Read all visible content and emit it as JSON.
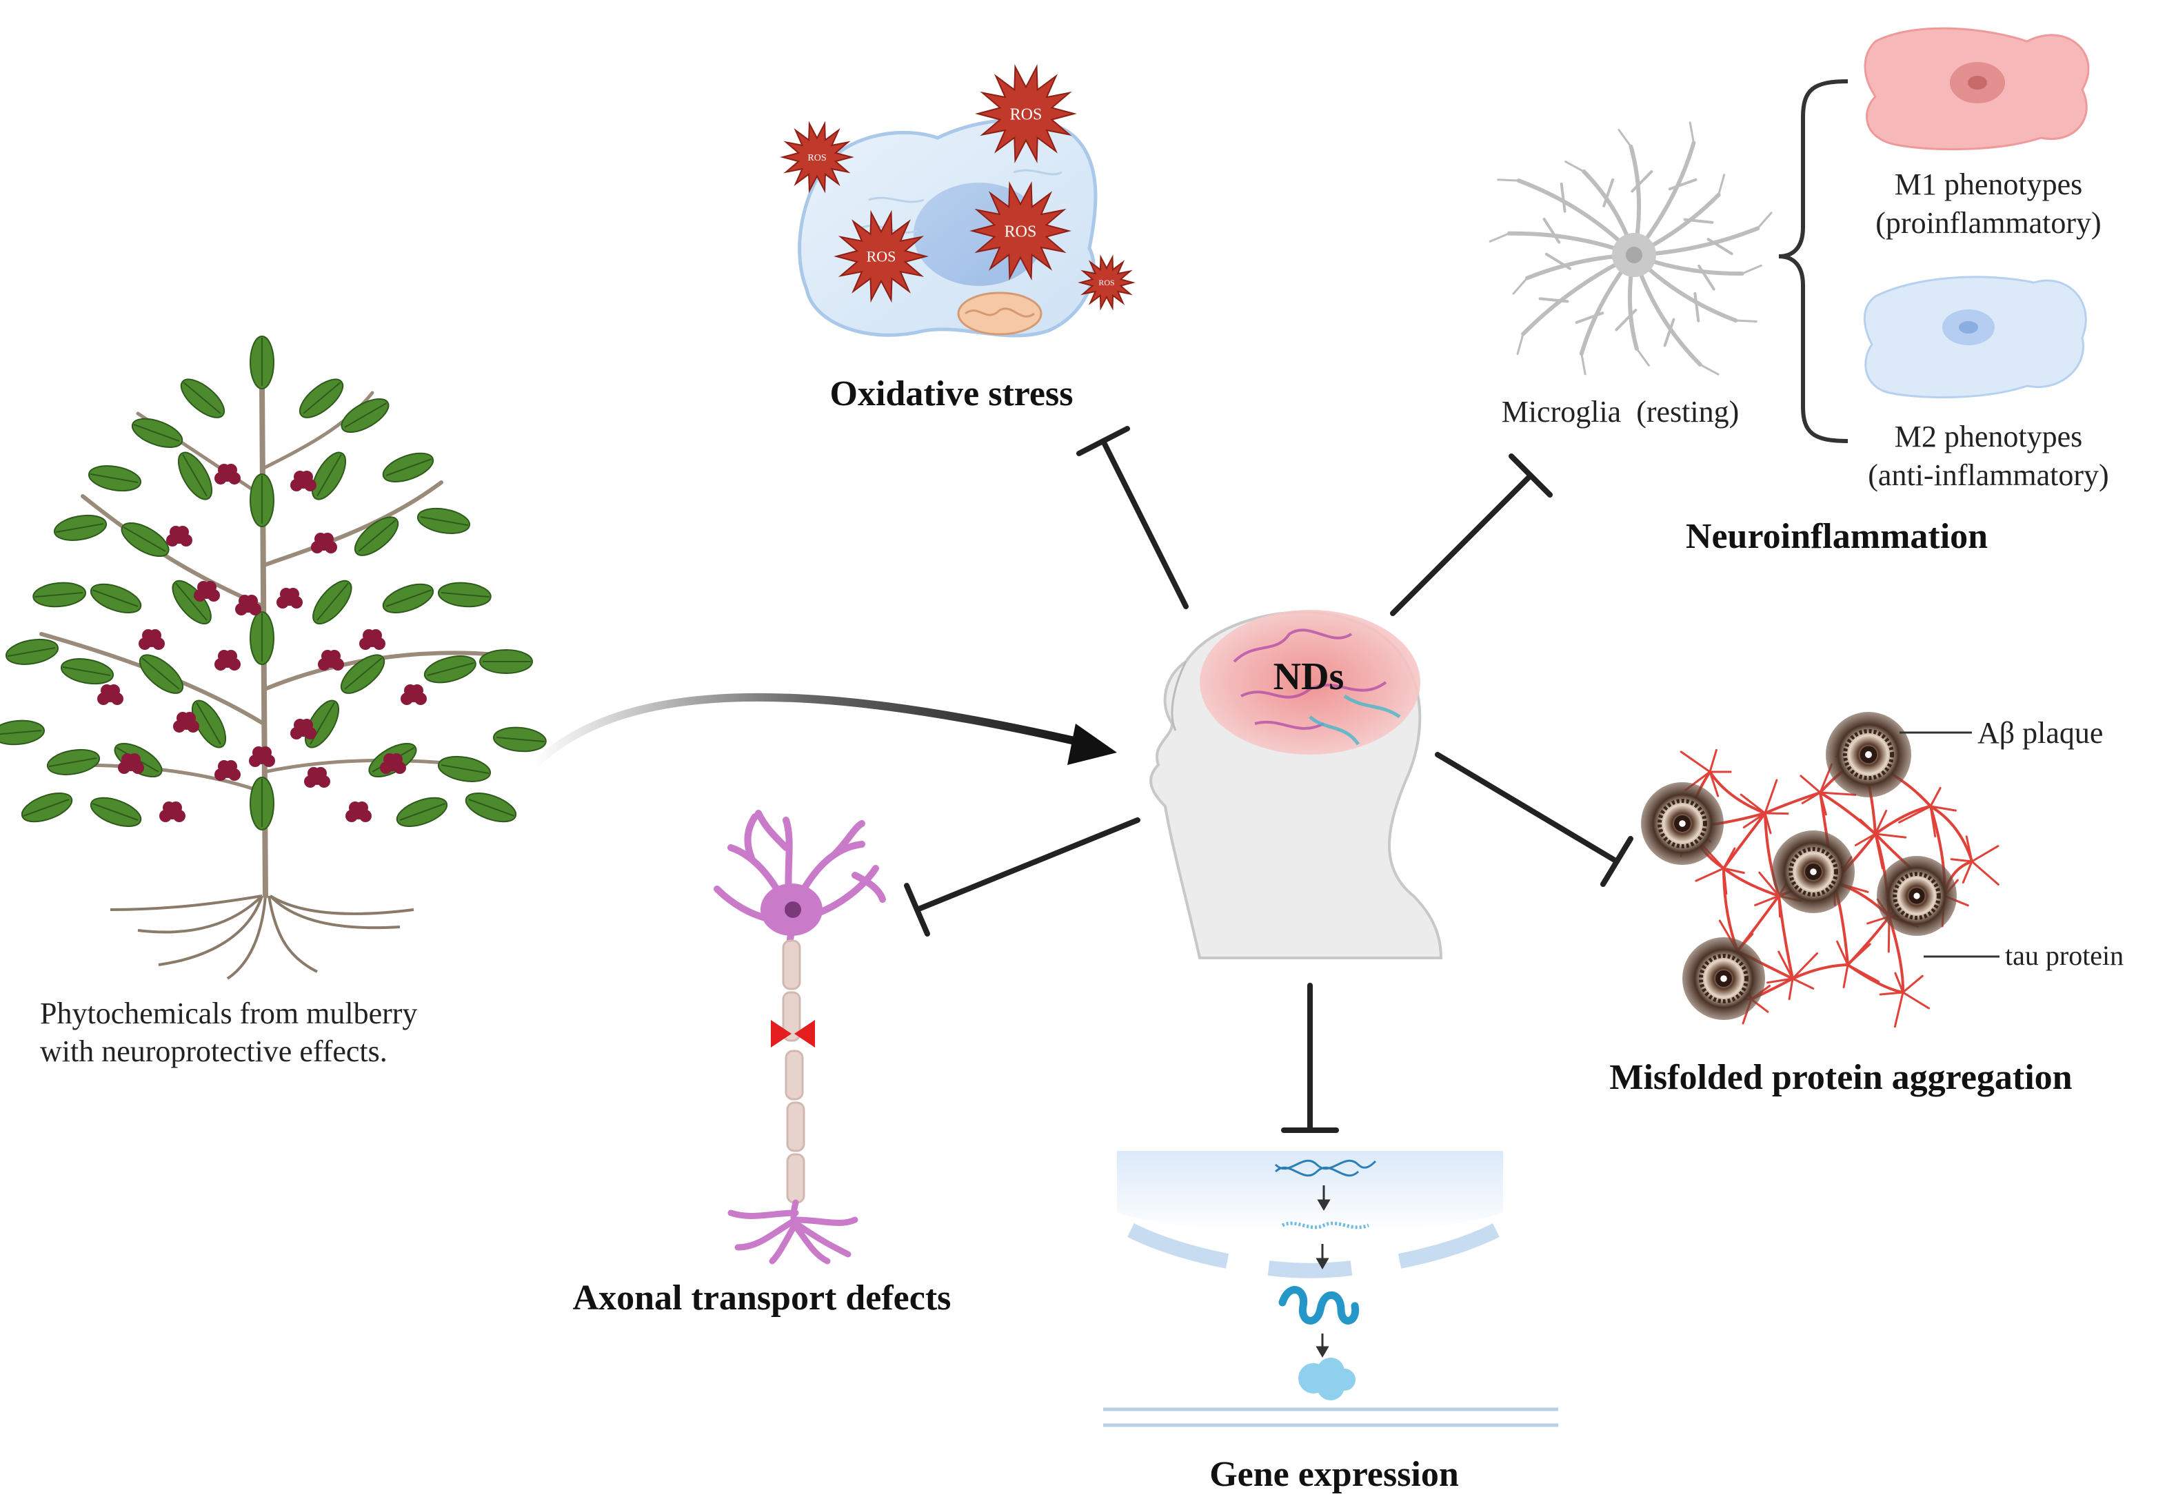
{
  "center": {
    "label": "NDs"
  },
  "plant": {
    "caption_line1": "Phytochemicals from mulberry",
    "caption_line2": "with  neuroprotective effects."
  },
  "oxidative": {
    "title": "Oxidative stress",
    "ros_label": "ROS"
  },
  "neuroinflammation": {
    "title": "Neuroinflammation",
    "microglia_label": "Microglia  (resting)",
    "m1_line1": "M1 phenotypes",
    "m1_line2": "(proinflammatory)",
    "m2_line1": "M2 phenotypes",
    "m2_line2": "(anti-inflammatory)"
  },
  "misfolded": {
    "title": "Misfolded protein aggregation",
    "abeta_label": "Aβ plaque",
    "tau_label": "tau protein"
  },
  "axonal": {
    "title": "Axonal transport defects"
  },
  "gene": {
    "title": "Gene expression"
  },
  "colors": {
    "arrow": "#222222",
    "ros": "#c0392b",
    "leaf": "#4d8a2e",
    "berry": "#8b1a3a",
    "m1_cell": "#f3b3b3",
    "m2_cell": "#d6e6f8",
    "neuron": "#c97ac9",
    "tau": "#e0423a",
    "dna": "#2a7fb8"
  }
}
